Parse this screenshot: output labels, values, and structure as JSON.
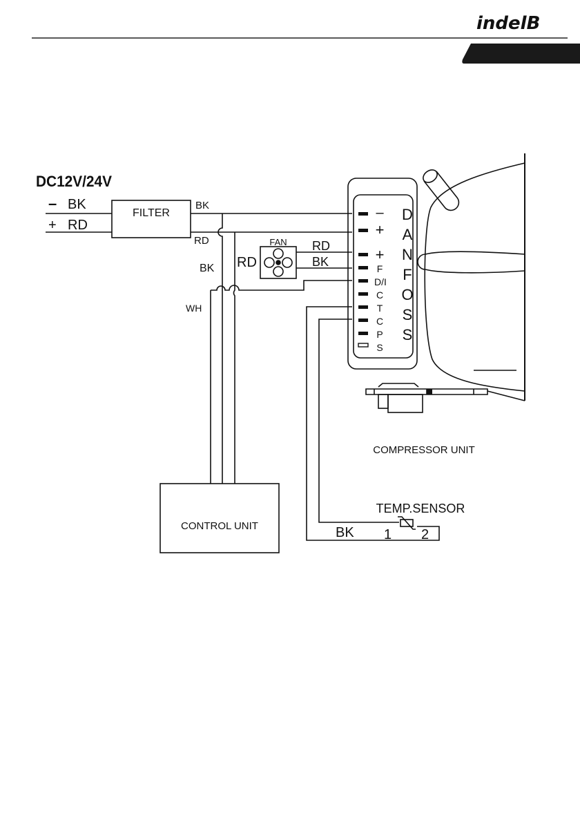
{
  "header": {
    "logo_text": "indelB",
    "logo_color": "#d0232a"
  },
  "diagram": {
    "supply_label": "DC12V/24V",
    "input_wires": [
      {
        "sign": "–",
        "color_code": "BK"
      },
      {
        "sign": "+",
        "color_code": "RD"
      }
    ],
    "filter_label": "FILTER",
    "filter_out": {
      "top": "BK",
      "bottom": "RD"
    },
    "fan_label": "FAN",
    "fan_wires": {
      "top": "RD",
      "bottom": "BK"
    },
    "control_bus": {
      "bk": "BK",
      "rd": "RD",
      "wh": "WH"
    },
    "control_unit_label": "CONTROL UNIT",
    "compressor": {
      "brand_letters": [
        "D",
        "A",
        "N",
        "F",
        "O",
        "S",
        "S"
      ],
      "terminals": [
        "–",
        "+",
        "+",
        "F",
        "D/I",
        "C",
        "T",
        "C",
        "P",
        "S"
      ],
      "unit_label": "COMPRESSOR UNIT"
    },
    "temp_sensor": {
      "label": "TEMP.SENSOR",
      "wire": "BK",
      "pin1": "1",
      "pin2": "2"
    }
  }
}
